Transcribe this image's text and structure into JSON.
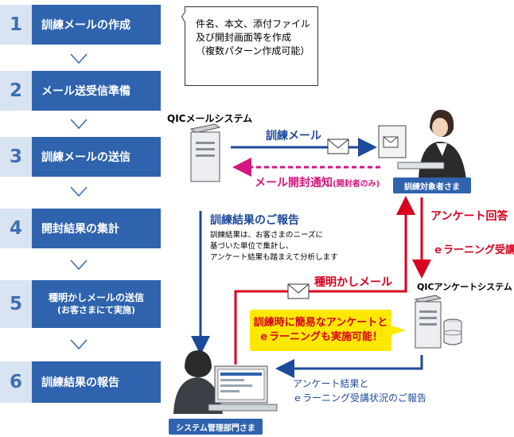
{
  "steps": [
    {
      "num": "1",
      "label": "訓練メールの作成"
    },
    {
      "num": "2",
      "label": "メール送受信準備"
    },
    {
      "num": "3",
      "label": "訓練メールの送信"
    },
    {
      "num": "4",
      "label": "開封結果の集計"
    },
    {
      "num": "5",
      "label": "種明かしメールの送信",
      "sub": "(お客さまにて実施)"
    },
    {
      "num": "6",
      "label": "訓練結果の報告"
    }
  ],
  "note": {
    "line1": "件名、本文、添付ファイル",
    "line2": "及び開封画面等を作成",
    "line3": "（複数パターン作成可能）"
  },
  "qic_mail_system": "QICメールシステム",
  "training_mail": "訓練メール",
  "open_notice": "メール開封通知",
  "open_notice_sub": "(開封者のみ)",
  "target_badge": "訓練対象者さま",
  "report_title": "訓練結果のご報告",
  "report_body": {
    "line1": "訓練結果は、お客さまのニーズに",
    "line2": "基づいた単位で集計し、",
    "line3": "アンケート結果も踏まえて分析します"
  },
  "survey_answer": "アンケート回答",
  "elearning": "ｅラーニング受講",
  "reveal_mail": "種明かしメール",
  "qic_survey_system": "QICアンケートシステム",
  "callout": {
    "line1": "訓練時に簡易なアンケートと",
    "line2": "ｅラーニングも実施可能！"
  },
  "survey_report": {
    "line1": "アンケート結果と",
    "line2": "ｅラーニング受講状況のご報告"
  },
  "admin_badge": "システム管理部門さま",
  "colors": {
    "step_blue": "#2f63ad",
    "step_light": "#d9e4f2",
    "arrow_blue": "#1d4a9a",
    "pink": "#d6157f",
    "red": "#d7001e",
    "callout_yellow": "#ffe800"
  }
}
